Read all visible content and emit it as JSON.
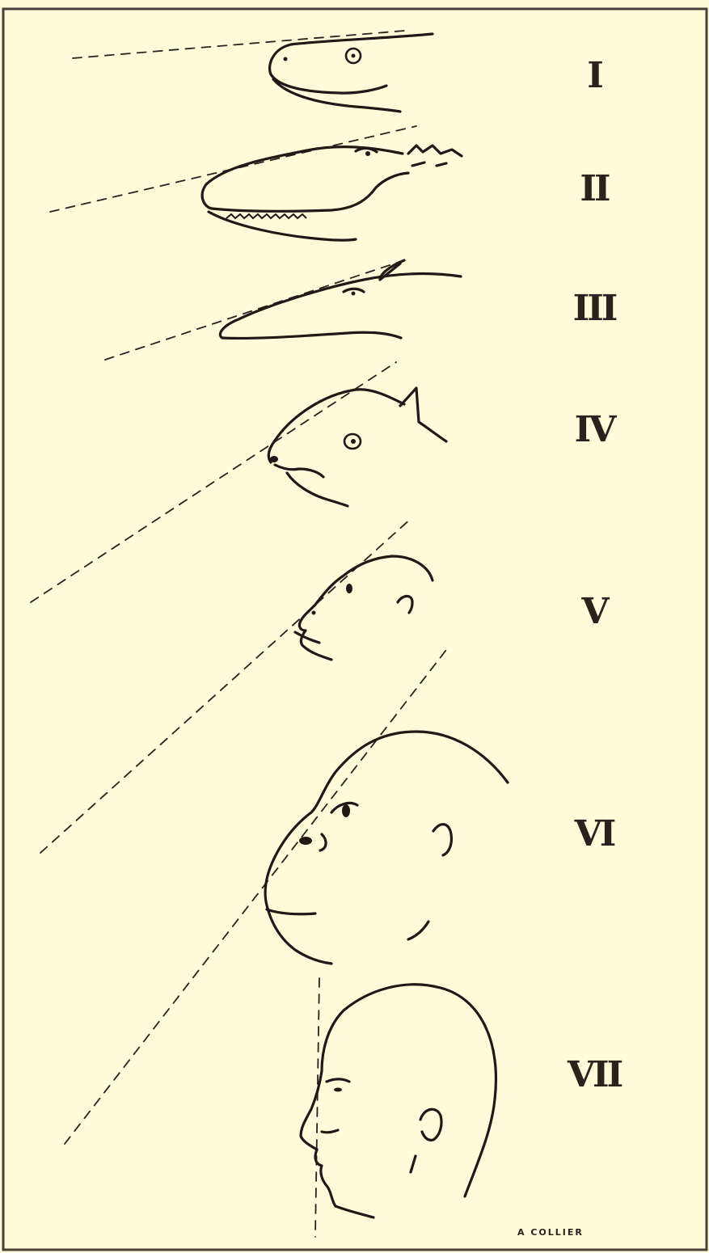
{
  "stages": [
    {
      "numeral": "I",
      "subject": "lizard-head"
    },
    {
      "numeral": "II",
      "subject": "crocodile-head"
    },
    {
      "numeral": "III",
      "subject": "horse-head"
    },
    {
      "numeral": "IV",
      "subject": "rodent-head"
    },
    {
      "numeral": "V",
      "subject": "monkey-head"
    },
    {
      "numeral": "VI",
      "subject": "ape-head"
    },
    {
      "numeral": "VII",
      "subject": "human-head"
    }
  ],
  "signature": "A COLLIER",
  "colors": {
    "paper": "#fdfbd9",
    "ink": "#1f1a16",
    "frame": "#4a3f36"
  }
}
